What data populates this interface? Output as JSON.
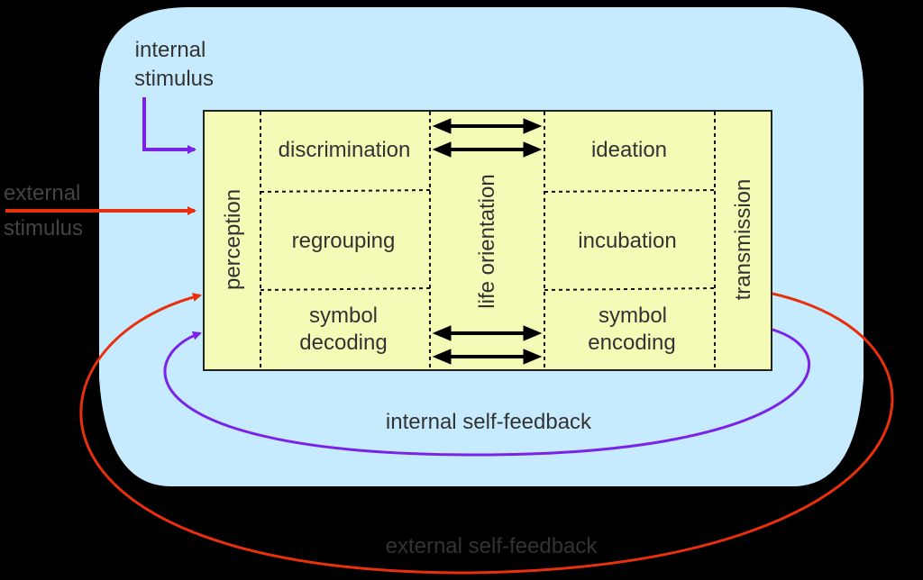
{
  "colors": {
    "background": "#000000",
    "outer_box": "#c6eafe",
    "inner_box": "#f3fbb6",
    "internal": "#7b22e8",
    "external": "#e8300c",
    "text": "#333333",
    "text_dim": "#444444"
  },
  "labels": {
    "internal_stimulus_1": "internal",
    "internal_stimulus_2": "stimulus",
    "external_stimulus_1": "external",
    "external_stimulus_2": "stimulus",
    "perception": "perception",
    "discrimination": "discrimination",
    "regrouping": "regrouping",
    "symbol_decoding_1": "symbol",
    "symbol_decoding_2": "decoding",
    "life_orientation": "life orientation",
    "ideation": "ideation",
    "incubation": "incubation",
    "symbol_encoding_1": "symbol",
    "symbol_encoding_2": "encoding",
    "transmission": "transmission",
    "internal_feedback": "internal self-feedback",
    "external_feedback": "external self-feedback"
  }
}
